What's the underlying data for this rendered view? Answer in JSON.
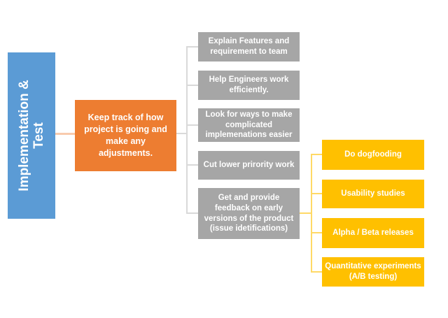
{
  "colors": {
    "background": "#FFFFFF",
    "node_text": "#FFFFFF",
    "root_fill": "#5B9BD5",
    "summary_fill": "#ED7D31",
    "task_fill": "#A6A6A6",
    "method_fill": "#FFC000",
    "link_root": "#F8CBAD",
    "link_task": "#D9D9D9",
    "link_method": "#FFD966"
  },
  "root": {
    "label": "Implementation & Test"
  },
  "summary": {
    "label": "Keep track of how project is going and make any adjustments."
  },
  "tasks": [
    "Explain Features and requirement to team",
    "Help Engineers work efficiently.",
    "Look for ways to make complicated implemenations easier",
    "Cut lower prirority work",
    "Get and provide feedback on early versions of the product (issue idetifications)"
  ],
  "methods": [
    "Do dogfooding",
    "Usability studies",
    "Alpha / Beta releases",
    "Quantitative experiments (A/B testing)"
  ]
}
